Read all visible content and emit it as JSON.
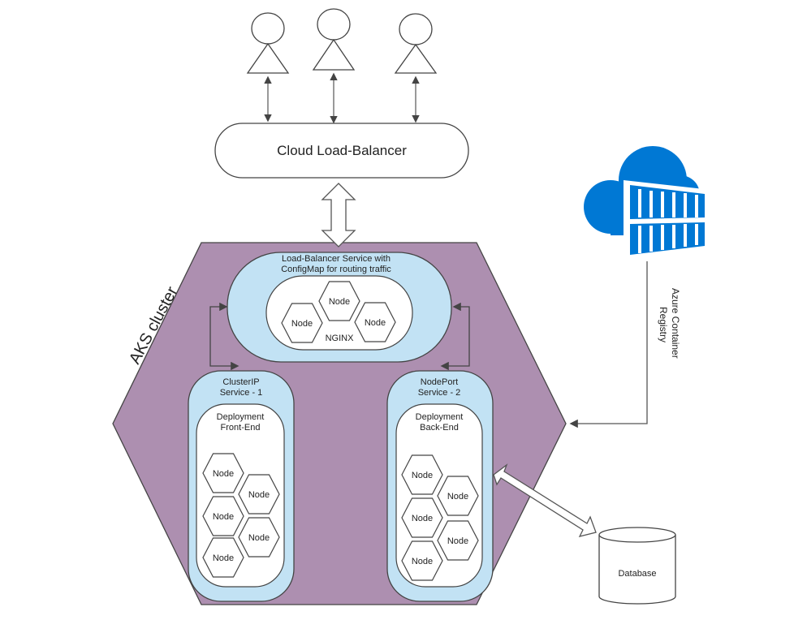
{
  "load_balancer": {
    "label": "Cloud Load-Balancer"
  },
  "aks": {
    "label": "AKS cluster"
  },
  "lb_service": {
    "line1": "Load-Balancer Service with",
    "line2": "ConfigMap for routing traffic",
    "ingress_label": "NGINX",
    "nodes": [
      "Node",
      "Node",
      "Node"
    ]
  },
  "clusterip": {
    "line1": "ClusterIP",
    "line2": "Service - 1",
    "deploy_line1": "Deployment",
    "deploy_line2": "Front-End",
    "nodes": [
      "Node",
      "Node",
      "Node",
      "Node",
      "Node"
    ]
  },
  "nodeport": {
    "line1": "NodePort",
    "line2": "Service - 2",
    "deploy_line1": "Deployment",
    "deploy_line2": "Back-End",
    "nodes": [
      "Node",
      "Node",
      "Node",
      "Node",
      "Node"
    ]
  },
  "registry": {
    "line1": "Azure Container",
    "line2": "Registry"
  },
  "database": {
    "label": "Database"
  },
  "colors": {
    "cluster_fill": "#ad8fb0",
    "service_fill": "#c2e2f4",
    "azure_blue": "#0078d4",
    "stroke": "#333333"
  }
}
